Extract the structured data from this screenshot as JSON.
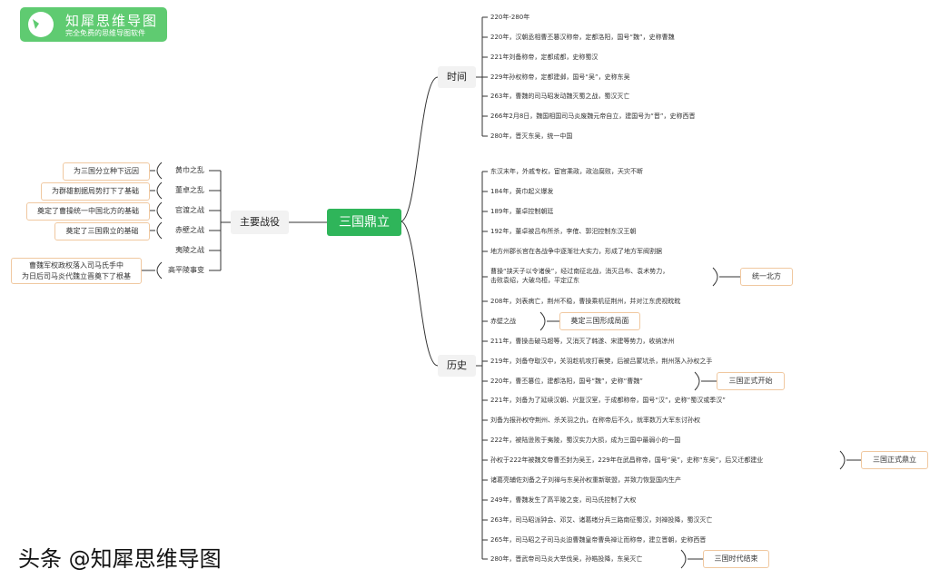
{
  "logo": {
    "title": "知犀思维导图",
    "subtitle": "完全免费的思维导图软件"
  },
  "center": "三国鼎立",
  "time": {
    "label": "时间",
    "items": [
      "220年-280年",
      "220年，汉朝丞相曹丕篡汉称帝，定都洛阳，国号“魏”，史称曹魏",
      "221年刘备称帝，定都成都，史称蜀汉",
      "229年孙权称帝，定都建邺，国号“吴”，史称东吴",
      "263年，曹魏的司马昭发动魏灭蜀之战，蜀汉灭亡",
      "266年2月8日，魏国相国司马炎废魏元帝自立，建国号为“晋”，史称西晋",
      "280年，晋灭东吴，统一中国"
    ]
  },
  "history": {
    "label": "历史",
    "items": [
      "东汉末年，外戚专权，宦官乘政，政治腐败，天灾不断",
      "184年，黄巾起义爆发",
      "189年，董卓控制朝廷",
      "192年，董卓被吕布所杀，李傕、郭汜控制东汉王朝",
      "地方州郡长官在各战争中逐渐壮大实力，形成了地方军阀割据",
      "曹操“挟天子以令诸侯”，经过南征北战，消灭吕布、袁术势力，\n击败袁绍，大破乌桓，平定辽东",
      "208年，刘表病亡，荆州不稳，曹操乘机征荆州，并对江东虎视眈眈",
      "赤壁之战",
      "211年，曹操击破马超等，又消灭了韩遂、宋建等势力，收纳凉州",
      "219年，刘备夺取汉中，关羽趁机攻打襄樊，后被吕蒙坑杀，荆州落入孙权之手",
      "220年，曹丕篡位，建都洛阳，国号“魏”，史称“曹魏”",
      "221年，刘备为了延续汉朝、兴复汉室，于成都称帝，国号“汉”，史称“蜀汉或季汉”",
      "刘备为报孙权夺荆州、杀关羽之仇，在称帝后不久，就率数万大军东讨孙权",
      "222年，被陆逊败于夷陵，蜀汉实力大损，成为三国中最弱小的一国",
      "孙权于222年被魏文帝曹丕封为吴王，229年在武昌称帝，国号“吴”，史称“东吴”，后又迁都建业",
      "诸葛亮辅佐刘备之子刘禅与东吴孙权重新联盟，并致力恢复国内生产",
      "249年，曹魏发生了高平陵之变，司马氏控制了大权",
      "263年，司马昭派钟会、邓艾、诸葛绪分兵三路南征蜀汉，刘禅投降，蜀汉灭亡",
      "265年，司马昭之子司马炎迫曹魏皇帝曹奂禅让而称帝，建立晋朝，史称西晋",
      "280年，晋武帝司马炎大举伐吴，孙皓投降，东吴灭亡"
    ],
    "summaries": [
      "统一北方",
      "奠定三国形成局面",
      "三国正式开始",
      "三国正式鼎立",
      "三国时代结束"
    ]
  },
  "battles": {
    "label": "主要战役",
    "items": [
      {
        "name": "黄巾之乱",
        "note": "为三国分立种下远因"
      },
      {
        "name": "董卓之乱",
        "note": "为群雄割据局势打下了基础"
      },
      {
        "name": "官渡之战",
        "note": "奠定了曹操统一中国北方的基础"
      },
      {
        "name": "赤壁之战",
        "note": "奠定了三国鼎立的基础"
      },
      {
        "name": "夷陵之战",
        "note": ""
      },
      {
        "name": "高平陵事变",
        "note": "曹魏军权政权落入司马氏手中\n为日后司马炎代魏立晋奠下了根基"
      }
    ]
  },
  "watermark": "头条 @知犀思维导图",
  "colors": {
    "center": "#2fb55a",
    "logo": "#5fcb71",
    "box_border": "#f0c8a0",
    "branch_bg": "#f2f2f2"
  }
}
